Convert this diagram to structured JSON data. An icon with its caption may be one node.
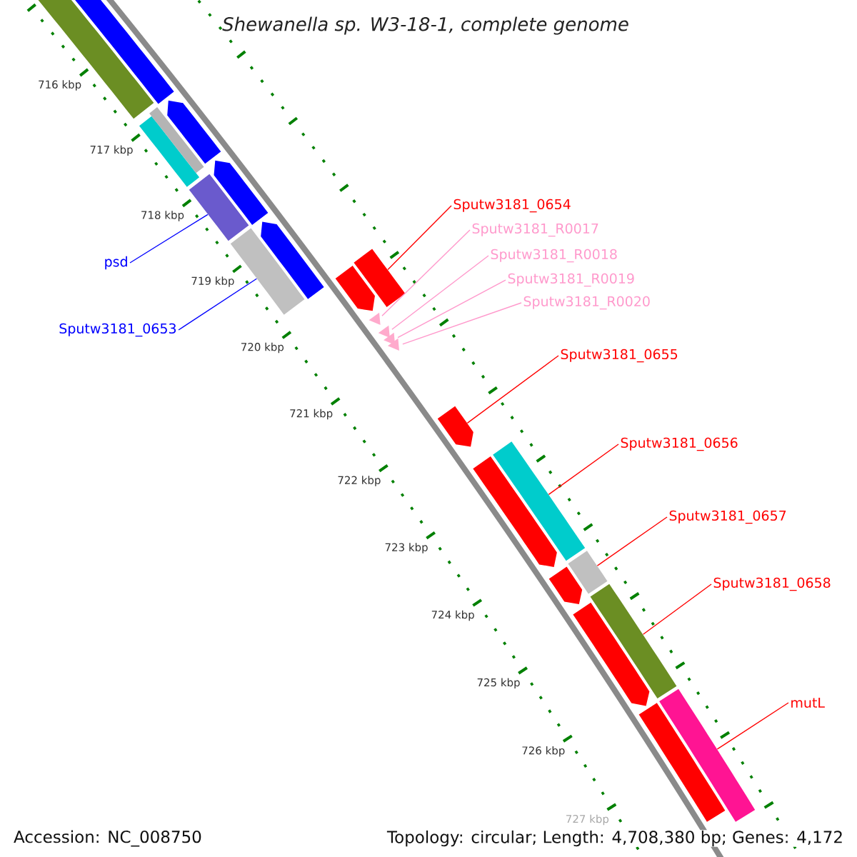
{
  "diagram": {
    "title": "Shewanella sp. W3-18-1, complete genome",
    "nodes": [
      {
        "text": [
          "psd"
        ]
      },
      {
        "text": [
          "Sputw3181_0653"
        ]
      },
      {
        "text": [],
        "shape": "bar"
      },
      {
        "text": [],
        "shape": "bar"
      },
      {
        "text": [
          "Sputw3181_0654"
        ]
      },
      {
        "text": [
          "Sputw3181_R0017"
        ]
      },
      {
        "text": [
          "Sputw3181_R0018"
        ]
      },
      {
        "text": [
          "Sputw3181_R0019"
        ]
      },
      {
        "text": [
          "Sputw3181_R0020"
        ]
      },
      {
        "text": [
          "Sputw3181_0655"
        ]
      },
      {
        "text": [
          "Sputw3181_0656"
        ]
      },
      {
        "text": [
          "Sputw3181_0657"
        ]
      },
      {
        "text": [
          "Sputw3181_0658"
        ]
      },
      {
        "text": [
          "mutL"
        ]
      },
      {
        "text": [],
        "shape": "bar"
      },
      {
        "text": [],
        "shape": "triangle"
      },
      {
        "text": [],
        "shape": "triangle"
      },
      {
        "text": [],
        "shape": "triangle"
      },
      {
        "text": [],
        "shape": "triangle"
      },
      {
        "text": [],
        "shape": "arrow"
      },
      {
        "text": [],
        "shape": "bar"
      },
      {
        "text": [],
        "shape": "bar"
      },
      {
        "text": [],
        "shape": "bar"
      },
      {
        "text": [],
        "shape": "bar"
      },
      {
        "text": [],
        "shape": "bar"
      },
      {
        "text": [],
        "shape": "arrow"
      },
      {
        "text": [],
        "shape": "arrow"
      },
      {
        "text": [],
        "shape": "arrow"
      },
      {
        "text": [],
        "shape": "bar"
      },
      {
        "text": [],
        "shape": "bar"
      },
      {
        "text": [],
        "shape": "bar"
      },
      {
        "text": [],
        "shape": "arrow"
      },
      {
        "text": [],
        "shape": "arrow"
      },
      {
        "text": [],
        "shape": "arrow"
      },
      {
        "text": [],
        "shape": "arrow"
      },
      {
        "text": [],
        "shape": "bar"
      }
    ],
    "edges": [
      {
        "from": 0,
        "to": 2,
        "arrow": "none",
        "color": "#0000ff"
      },
      {
        "from": 1,
        "to": 3,
        "arrow": "none",
        "color": "#0000ff"
      },
      {
        "from": 4,
        "to": 14,
        "arrow": "none"
      },
      {
        "from": 5,
        "to": 15,
        "arrow": "none",
        "color": "#ff99cc"
      },
      {
        "from": 6,
        "to": 16,
        "arrow": "none",
        "color": "#ff99cc"
      },
      {
        "from": 7,
        "to": 17,
        "arrow": "none",
        "color": "#ff99cc"
      },
      {
        "from": 8,
        "to": 18,
        "arrow": "none",
        "color": "#ff99cc"
      },
      {
        "from": 9,
        "to": 19,
        "arrow": "none"
      },
      {
        "from": 10,
        "to": 20,
        "arrow": "none"
      },
      {
        "from": 11,
        "to": 21,
        "arrow": "none"
      },
      {
        "from": 12,
        "to": 22,
        "arrow": "none"
      },
      {
        "from": 13,
        "to": 23,
        "arrow": "none"
      }
    ],
    "labels": [
      "716 kbp",
      "717 kbp",
      "718 kbp",
      "719 kbp",
      "720 kbp",
      "721 kbp",
      "722 kbp",
      "723 kbp",
      "724 kbp",
      "725 kbp",
      "726 kbp",
      "727 kbp",
      "Accession: NC_008750",
      "Topology: circular; Length: 4,708,380 bp; Genes: 4,172"
    ]
  }
}
